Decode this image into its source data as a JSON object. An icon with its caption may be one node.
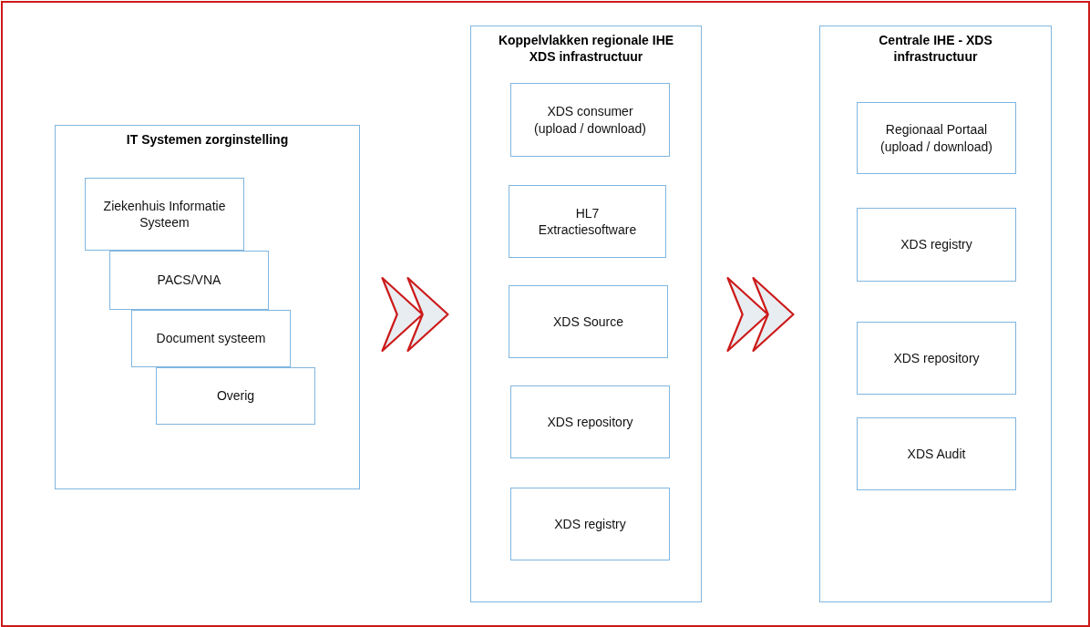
{
  "diagram": {
    "nodes": [
      {
        "text": [
          "IT Systemen zorginstelling"
        ]
      },
      {
        "text": [
          "Ziekenhuis Informatie Systeem"
        ],
        "in": 0
      },
      {
        "text": [
          "PACS/VNA"
        ],
        "in": 0
      },
      {
        "text": [
          "Document systeem"
        ],
        "in": 0
      },
      {
        "text": [
          "Overig"
        ],
        "in": 0
      },
      {
        "text": [
          "Koppelvlakken regionale IHE XDS infrastructuur"
        ]
      },
      {
        "text": [
          "XDS consumer (upload / download)"
        ],
        "in": 5
      },
      {
        "text": [
          "HL7 Extractiesoftware"
        ],
        "in": 5
      },
      {
        "text": [
          "XDS Source"
        ],
        "in": 5
      },
      {
        "text": [
          "XDS repository"
        ],
        "in": 5
      },
      {
        "text": [
          "XDS registry"
        ],
        "in": 5
      },
      {
        "text": [
          "Centrale IHE - XDS infrastructuur"
        ]
      },
      {
        "text": [
          "Regionaal Portaal (upload / download)"
        ],
        "in": 11
      },
      {
        "text": [
          "XDS registry"
        ],
        "in": 11
      },
      {
        "text": [
          "XDS repository"
        ],
        "in": 11
      },
      {
        "text": [
          "XDS Audit"
        ],
        "in": 11
      }
    ],
    "edges": [
      {
        "from": 0,
        "to": 5,
        "arrow": "to"
      },
      {
        "from": 5,
        "to": 11,
        "arrow": "to"
      }
    ]
  }
}
